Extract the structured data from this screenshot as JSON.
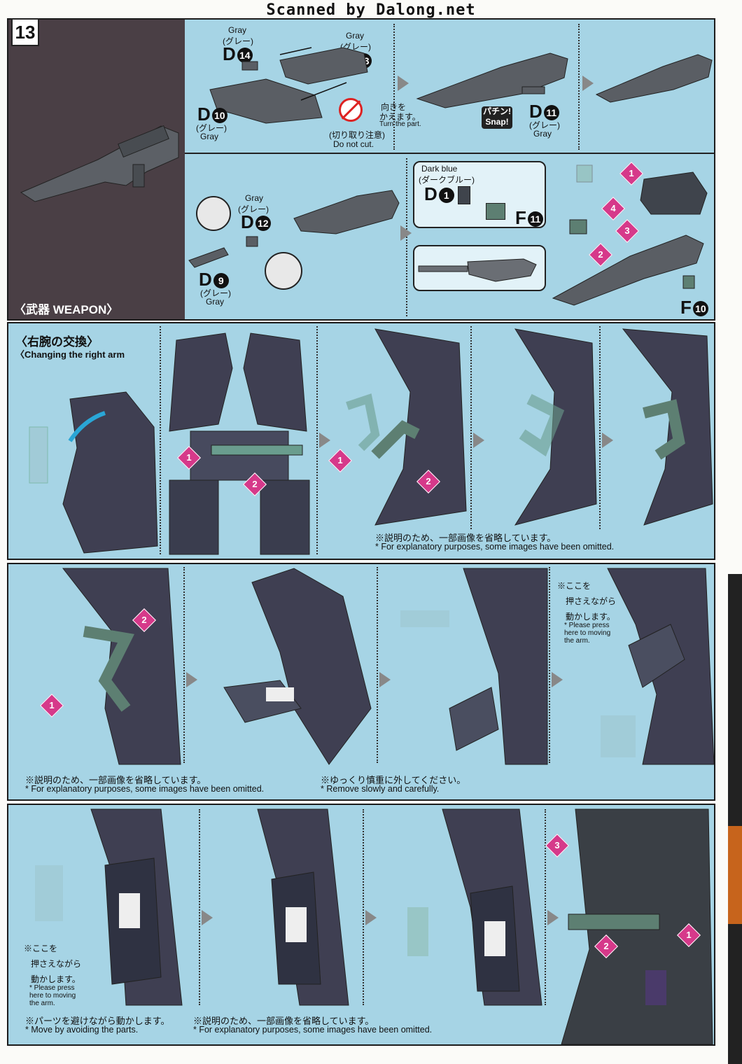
{
  "watermark": "Scanned by Dalong.net",
  "step": {
    "number": "13"
  },
  "weapon_section": {
    "title": "〈武器 WEAPON〉",
    "row1": {
      "d14": {
        "color_en": "Gray",
        "color_jp": "(グレー)",
        "letter": "D",
        "number": "14"
      },
      "d13": {
        "color_en": "Gray",
        "color_jp": "(グレー)",
        "letter": "D",
        "number": "13"
      },
      "d10": {
        "letter": "D",
        "number": "10",
        "color_jp": "(グレー)",
        "color_en": "Gray"
      },
      "turn_jp_1": "向きを",
      "turn_jp_2": "かえます。",
      "turn_en": "Turn the part.",
      "cut_jp": "(切り取り注意)",
      "cut_en": "Do not cut.",
      "snap_jp": "パチン!",
      "snap_en": "Snap!",
      "d11": {
        "letter": "D",
        "number": "11",
        "color_jp": "(グレー)",
        "color_en": "Gray"
      }
    },
    "row2": {
      "d12": {
        "color_en": "Gray",
        "color_jp": "(グレー)",
        "letter": "D",
        "number": "12"
      },
      "d9": {
        "letter": "D",
        "number": "9",
        "color_jp": "(グレー)",
        "color_en": "Gray"
      },
      "d1": {
        "color_en": "Dark blue",
        "color_jp": "(ダークブルー)",
        "letter": "D",
        "number": "1"
      },
      "f11": {
        "letter": "F",
        "number": "11"
      },
      "f10": {
        "letter": "F",
        "number": "10"
      },
      "badges": [
        "1",
        "4",
        "3",
        "2"
      ]
    }
  },
  "arm_section": {
    "title_jp": "〈右腕の交換〉",
    "title_en": "〈Changing the right arm",
    "row1_badges": [
      "1",
      "2",
      "1",
      "2"
    ],
    "row1_note_jp": "※説明のため、一部画像を省略しています。",
    "row1_note_en": "* For explanatory purposes, some images have been omitted.",
    "row2_badges": [
      "2",
      "1"
    ],
    "row2_note_jp": "※説明のため、一部画像を省略しています。",
    "row2_note_en": "* For explanatory purposes, some images have been omitted.",
    "row2_slow_jp": "※ゆっくり慎重に外してください。",
    "row2_slow_en": "* Remove slowly and carefully.",
    "row2_press": {
      "jp1": "※ここを",
      "jp2": "押さえながら",
      "jp3": "動かします。",
      "en1": "* Please press",
      "en2": "here to moving",
      "en3": "the arm."
    },
    "row3_press": {
      "jp1": "※ここを",
      "jp2": "押さえながら",
      "jp3": "動かします。",
      "en1": "* Please press",
      "en2": "here to moving",
      "en3": "the arm."
    },
    "row3_badges": [
      "3",
      "1",
      "2"
    ],
    "row3_avoid_jp": "※パーツを避けながら動かします。",
    "row3_avoid_en": "* Move by avoiding the parts.",
    "row3_note_jp": "※説明のため、一部画像を省略しています。",
    "row3_note_en": "* For explanatory purposes, some images have been omitted."
  },
  "colors": {
    "panel": "#a6d4e5",
    "dark_panel": "#4a3f45",
    "badge": "#d6398a",
    "arrow_blue": "#2aa6d6",
    "part_gray": "#4e5257",
    "part_green": "#5d7f72"
  }
}
